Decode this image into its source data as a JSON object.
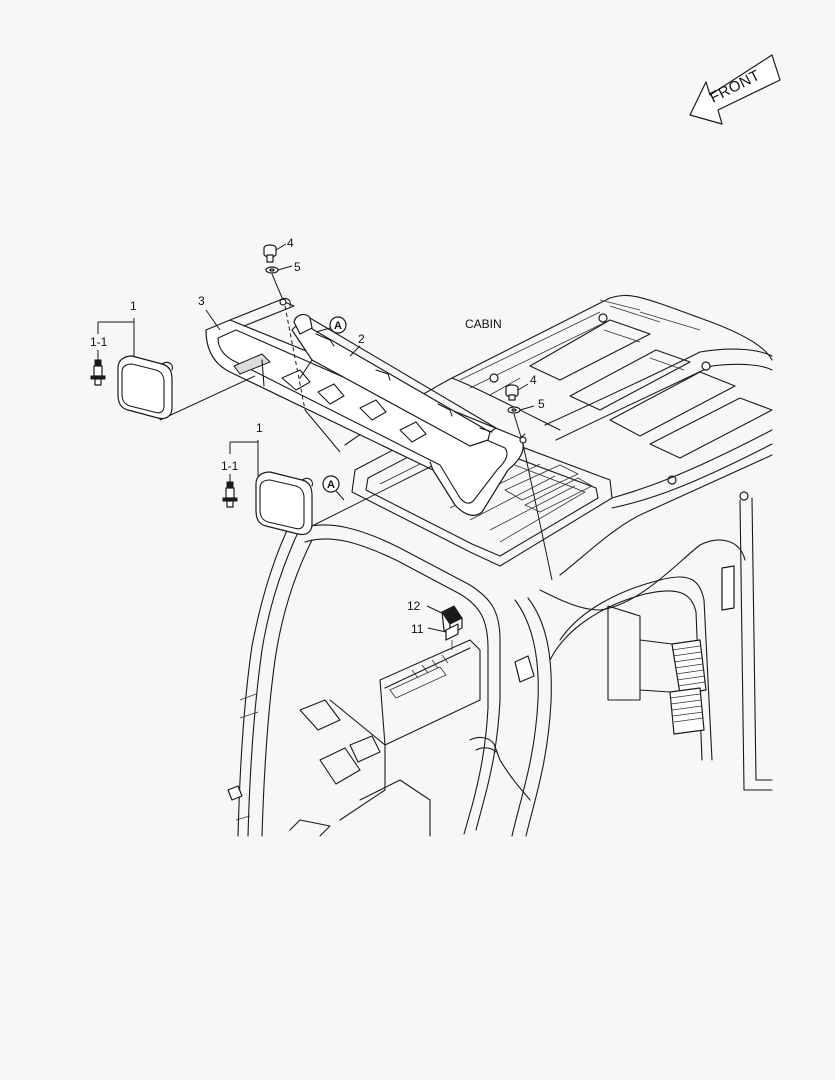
{
  "front_arrow": {
    "label": "FRONT"
  },
  "cabin_label": "CABIN",
  "part_labels": {
    "worklamp_left": "1",
    "bulb_left": "1-1",
    "guard": "3",
    "bracket": "2",
    "bolt_top": "4",
    "washer_top": "5",
    "bolt_right": "4",
    "washer_right": "5",
    "worklamp_front": "1",
    "bulb_front": "1-1",
    "switch": "12",
    "switch_base": "11"
  },
  "callouts": {
    "top": "A",
    "mid": "A"
  }
}
